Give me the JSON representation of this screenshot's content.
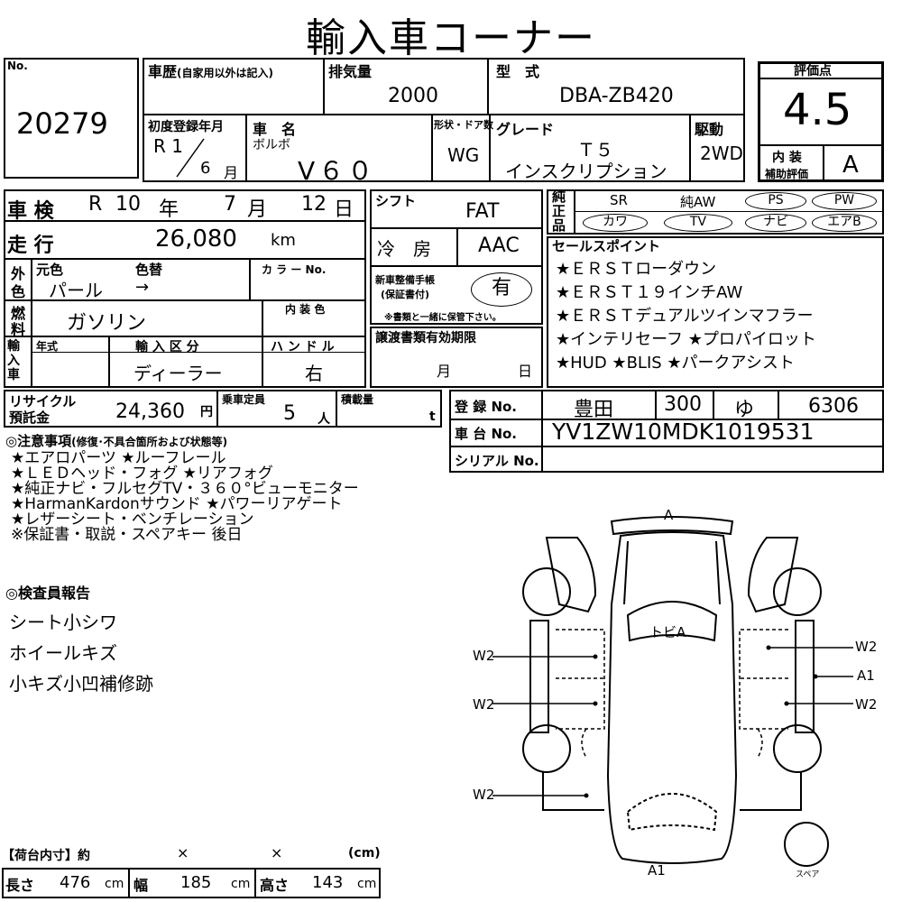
{
  "title": "輸入車コーナー",
  "lot": {
    "label": "No.",
    "value": "20279"
  },
  "history": {
    "label": "車歴",
    "sub": "(自家用以外は記入)"
  },
  "displacement": {
    "label": "排気量",
    "value": "2000"
  },
  "model_code": {
    "label": "型　式",
    "value": "DBA-ZB420"
  },
  "first_reg": {
    "label": "初度登録年月",
    "year": "R 1",
    "month": "6",
    "month_unit": "月"
  },
  "car_name": {
    "label": "車　名",
    "maker": "ボルボ",
    "value": "V６０"
  },
  "body_type": {
    "label": "形状・ドア数",
    "value": "WG"
  },
  "grade": {
    "label": "グレード",
    "line1": "Ｔ５",
    "line2": "インスクリプション"
  },
  "drive": {
    "label": "駆動",
    "value": "2WD"
  },
  "score": {
    "label": "評価点",
    "value": "4.5",
    "interior_label_1": "内 装",
    "interior_label_2": "補助評価",
    "interior_value": "A"
  },
  "inspection": {
    "label": "車 検",
    "era": "R",
    "year": "10",
    "year_unit": "年",
    "month": "7",
    "month_unit": "月",
    "day": "12",
    "day_unit": "日"
  },
  "mileage": {
    "label": "走 行",
    "value": "26,080",
    "unit": "km"
  },
  "exterior": {
    "side_1": "外",
    "side_2": "色",
    "orig_label": "元色",
    "repaint_label": "色替",
    "color_no_label": "カ ラ ー No.",
    "value": "パール",
    "arrow": "→"
  },
  "fuel": {
    "side_1": "燃",
    "side_2": "料",
    "value": "ガソリン",
    "interior_color_label": "内 装 色"
  },
  "import": {
    "side": "輸入車",
    "year_label": "年式",
    "type_label": "輸 入 区 分",
    "handle_label": "ハ ン ド ル",
    "type_value": "ディーラー",
    "handle_value": "右"
  },
  "shift": {
    "label": "シフト",
    "value": "FAT"
  },
  "ac": {
    "label": "冷　房",
    "value": "AAC"
  },
  "warranty": {
    "label1": "新車整備手帳",
    "label2": "(保証書付)",
    "value": "有",
    "note": "※書類と一緒に保管下さい。"
  },
  "transfer": {
    "label": "譲渡書類有効期限",
    "month_unit": "月",
    "day_unit": "日"
  },
  "equipment": {
    "side_1": "純",
    "side_2": "正",
    "side_3": "品",
    "row1": [
      "SR",
      "純AW",
      "PS",
      "PW"
    ],
    "row2": [
      "カワ",
      "TV",
      "ナビ",
      "エアB"
    ]
  },
  "sales_points": {
    "label": "セールスポイント",
    "lines": [
      "★ＥＲＳＴローダウン",
      "★ＥＲＳＴ１９インチAW",
      "★ＥＲＳＴデュアルツインマフラー",
      "★インテリセーフ ★プロパイロット",
      "★HUD ★BLIS ★パークアシスト"
    ]
  },
  "recycle": {
    "label1": "リサイクル",
    "label2": "預託金",
    "value": "24,360",
    "unit": "円"
  },
  "capacity": {
    "label": "乗車定員",
    "value": "5",
    "unit": "人"
  },
  "load": {
    "label": "積載量",
    "unit": "t"
  },
  "registration": {
    "label": "登 録 No.",
    "area": "豊田",
    "class": "300",
    "kana": "ゆ",
    "number": "6306"
  },
  "chassis": {
    "label": "車 台 No.",
    "value": "YV1ZW10MDK1019531"
  },
  "serial": {
    "label": "シリアル No."
  },
  "notes": {
    "header": "◎注意事項",
    "header_sub": "(修復･不具合箇所および状態等)",
    "lines": [
      "★エアロパーツ ★ルーフレール",
      "★ＬＥＤヘッド・フォグ ★リアフォグ",
      "★純正ナビ・フルセグTV・３６０°ビューモニター",
      "★HarmanKardonサウンド ★パワーリアゲート",
      "★レザーシート・ベンチレーション",
      "※保証書・取説・スペアキー 後日"
    ]
  },
  "inspector": {
    "header": "◎検査員報告",
    "lines": [
      "シート小シワ",
      "ホイールキズ",
      "小キズ小凹補修跡"
    ]
  },
  "diagram": {
    "labels": {
      "top": "A",
      "bottom": "A1",
      "windshield": "トビA",
      "left1": "W2",
      "left2": "W2",
      "left3": "W2",
      "right1": "W2",
      "right2": "A1",
      "right3": "W2",
      "spare": "スペア"
    }
  },
  "cargo": {
    "header": "【荷台内寸】約",
    "x1": "×",
    "x2": "×",
    "unit_cm": "(cm)",
    "length_label": "長さ",
    "length": "476",
    "width_label": "幅",
    "width": "185",
    "height_label": "高さ",
    "height": "143",
    "cm": "cm"
  }
}
